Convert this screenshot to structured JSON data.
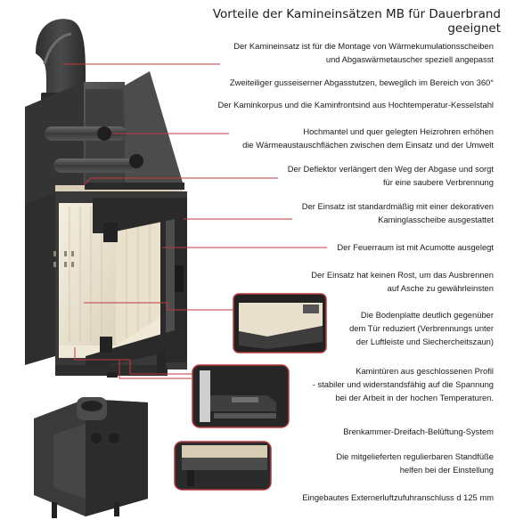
{
  "title": "Vorteile der Kamineinsätzen MB für Dauerbrand geeignet",
  "features": [
    {
      "lines": [
        "Der Kamineinsatz ist für die Montage von Wärmekumulationsscheiben",
        "und Abgaswärmetauscher  speziell angepasst"
      ]
    },
    {
      "lines": [
        "Zweiteiliger gusseiserner Abgasstutzen, beweglich im Bereich von 360°"
      ]
    },
    {
      "lines": [
        "Der Kaminkorpus und die Kaminfrontsind aus Hochtemperatur-Kesselstahl"
      ]
    },
    {
      "lines": [
        "Hochmantel und quer gelegten Heizrohren erhöhen",
        "die Wärmeaustauschflächen zwischen dem Einsatz und der Umwelt"
      ]
    },
    {
      "lines": [
        "Der Deflektor verlängert den Weg der Abgase und sorgt",
        "für eine saubere Verbrennung"
      ]
    },
    {
      "lines": [
        "Der Einsatz ist standardmäßig mit einer dekorativen",
        "Kaminglasscheibe ausgestattet"
      ]
    },
    {
      "lines": [
        "Der Feuerraum ist mit Acumotte ausgelegt"
      ]
    },
    {
      "lines": [
        "Der Einsatz hat keinen Rost, um das Ausbrennen",
        "auf Asche zu gewährleinsten"
      ]
    },
    {
      "lines": [
        "Die Bodenplatte deutlich gegenüber",
        "dem Tür reduziert (Verbrennungs unter",
        "der Luftleiste und Siechercheitszaun)"
      ]
    },
    {
      "lines": [
        "Kamintüren aus geschlossenen Profil",
        "- stabiler und widerstandsfähig auf die Spannung",
        "bei der Arbeit in der hochen Temperaturen."
      ]
    },
    {
      "lines": [
        "Brenkammer-Dreifach-Belüftung-System"
      ]
    },
    {
      "lines": [
        "Die mitgelieferten regulierbaren Standfüße",
        "helfen bei der Einstellung"
      ]
    },
    {
      "lines": [
        "Eingebautes Externerluftzufuhranschluss d 125 mm"
      ]
    }
  ],
  "colors": {
    "leader": "#c0393f",
    "steel": "#3a3a3a",
    "chamotte": "#efe8d6",
    "inset_border": "#b23a3f"
  }
}
